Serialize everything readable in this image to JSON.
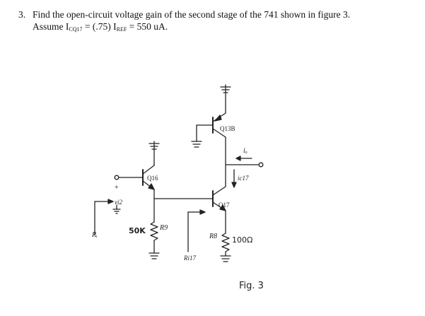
{
  "question": {
    "number": "3.",
    "line1": "Find the open-circuit voltage gain of the second stage of the 741 shown in figure 3.",
    "assume_word": "Assume",
    "icq17_letter": "I",
    "icq17_sub": "CQ17",
    "equals1": "=",
    "factor": "(.75)",
    "iref_letter": "I",
    "iref_sub": "REF",
    "equals2": "=",
    "value": "550 uA."
  },
  "circuit": {
    "q13b": "Q13B",
    "q16": "Q16",
    "q17": "Q17",
    "io": "iₒ",
    "ic17": "ic17",
    "vi2": "vi2",
    "plus": "+",
    "ri": "Rᵢ",
    "r9_value": "50K",
    "r9": "R9",
    "ri17": "Ri17",
    "r8": "R8",
    "r8_value": "100Ω",
    "fig": "Fig. 3"
  }
}
